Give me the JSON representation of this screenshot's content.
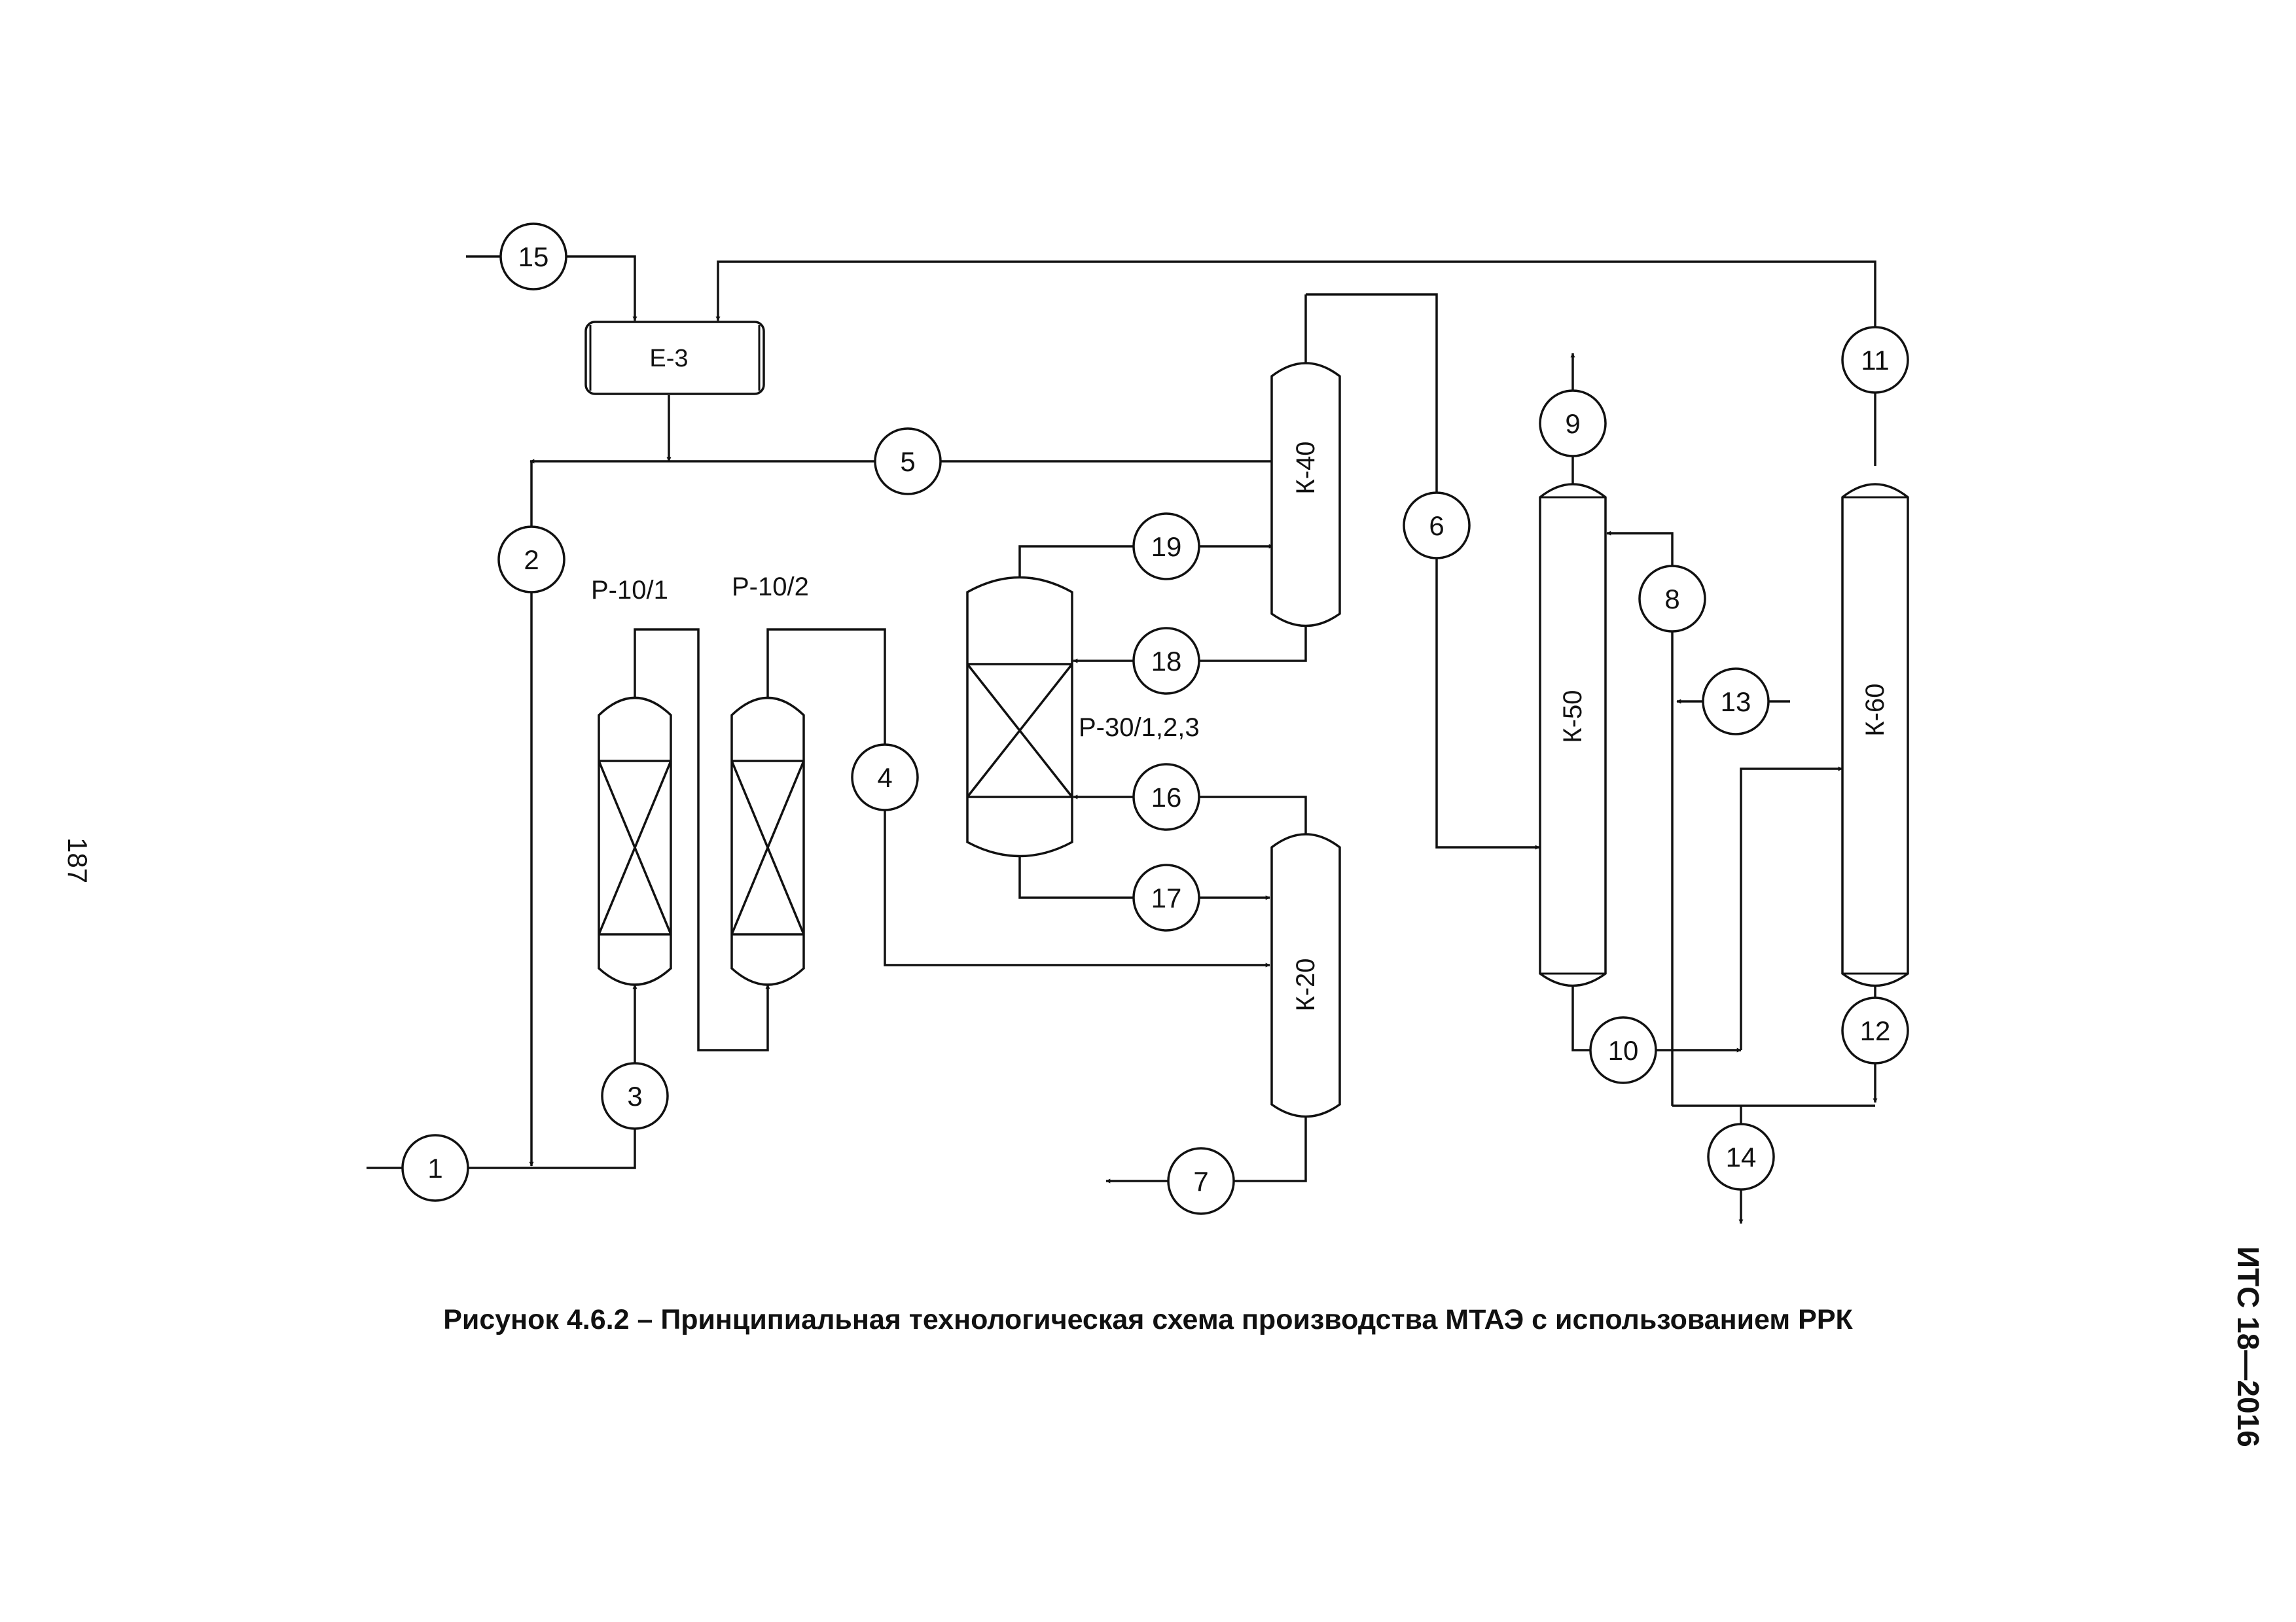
{
  "caption": "Рисунок 4.6.2 – Принципиальная технологическая схема производства МТАЭ с использованием РРК",
  "page_number": "187",
  "document_code": "ИТС 18—2016",
  "equipment": {
    "e3": "Е-3",
    "p10_1": "Р-10/1",
    "p10_2": "Р-10/2",
    "p30": "Р-30/1,2,3",
    "k40": "К-40",
    "k20": "К-20",
    "k50": "К-50",
    "k60": "К-60"
  },
  "streams": [
    "1",
    "2",
    "3",
    "4",
    "5",
    "6",
    "7",
    "8",
    "9",
    "10",
    "11",
    "12",
    "13",
    "14",
    "15",
    "16",
    "17",
    "18",
    "19"
  ]
}
